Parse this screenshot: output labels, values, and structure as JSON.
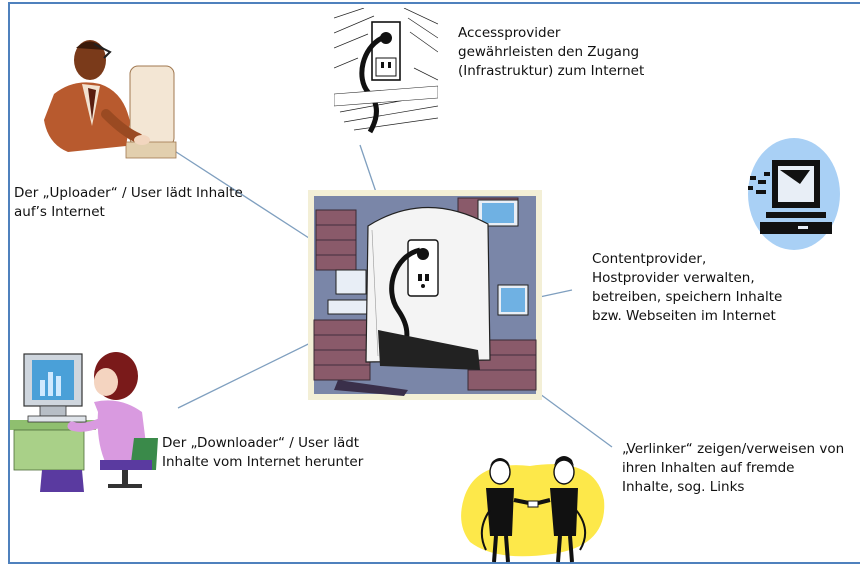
{
  "labels": {
    "access": "Accessprovider\ngewährleisten den Zugang\n(Infrastruktur) zum Internet",
    "uploader": "Der „Uploader“ / User lädt Inhalte\nauf’s Internet",
    "content": "Contentprovider,\nHostprovider verwalten,\nbetreiben, speichern Inhalte\nbzw. Webseiten im Internet",
    "downloader": "Der „Downloader“ / User  lädt\nInhalte vom Internet herunter",
    "linker": "„Verlinker“ zeigen/verweisen von\nihren Inhalten auf fremde\nInhalte, sog. Links"
  },
  "icons": {
    "center": "internet-plug-collage-icon",
    "access": "power-outlet-plug-icon",
    "uploader": "man-at-computer-icon",
    "content": "mail-computer-icon",
    "downloader": "woman-at-computer-icon",
    "linker": "two-people-connecting-plugs-icon"
  },
  "colors": {
    "connector": "#7f9fbf",
    "frame": "#4f81bd",
    "linker_bg": "#fde84a",
    "content_bg": "#a9d0f5"
  }
}
